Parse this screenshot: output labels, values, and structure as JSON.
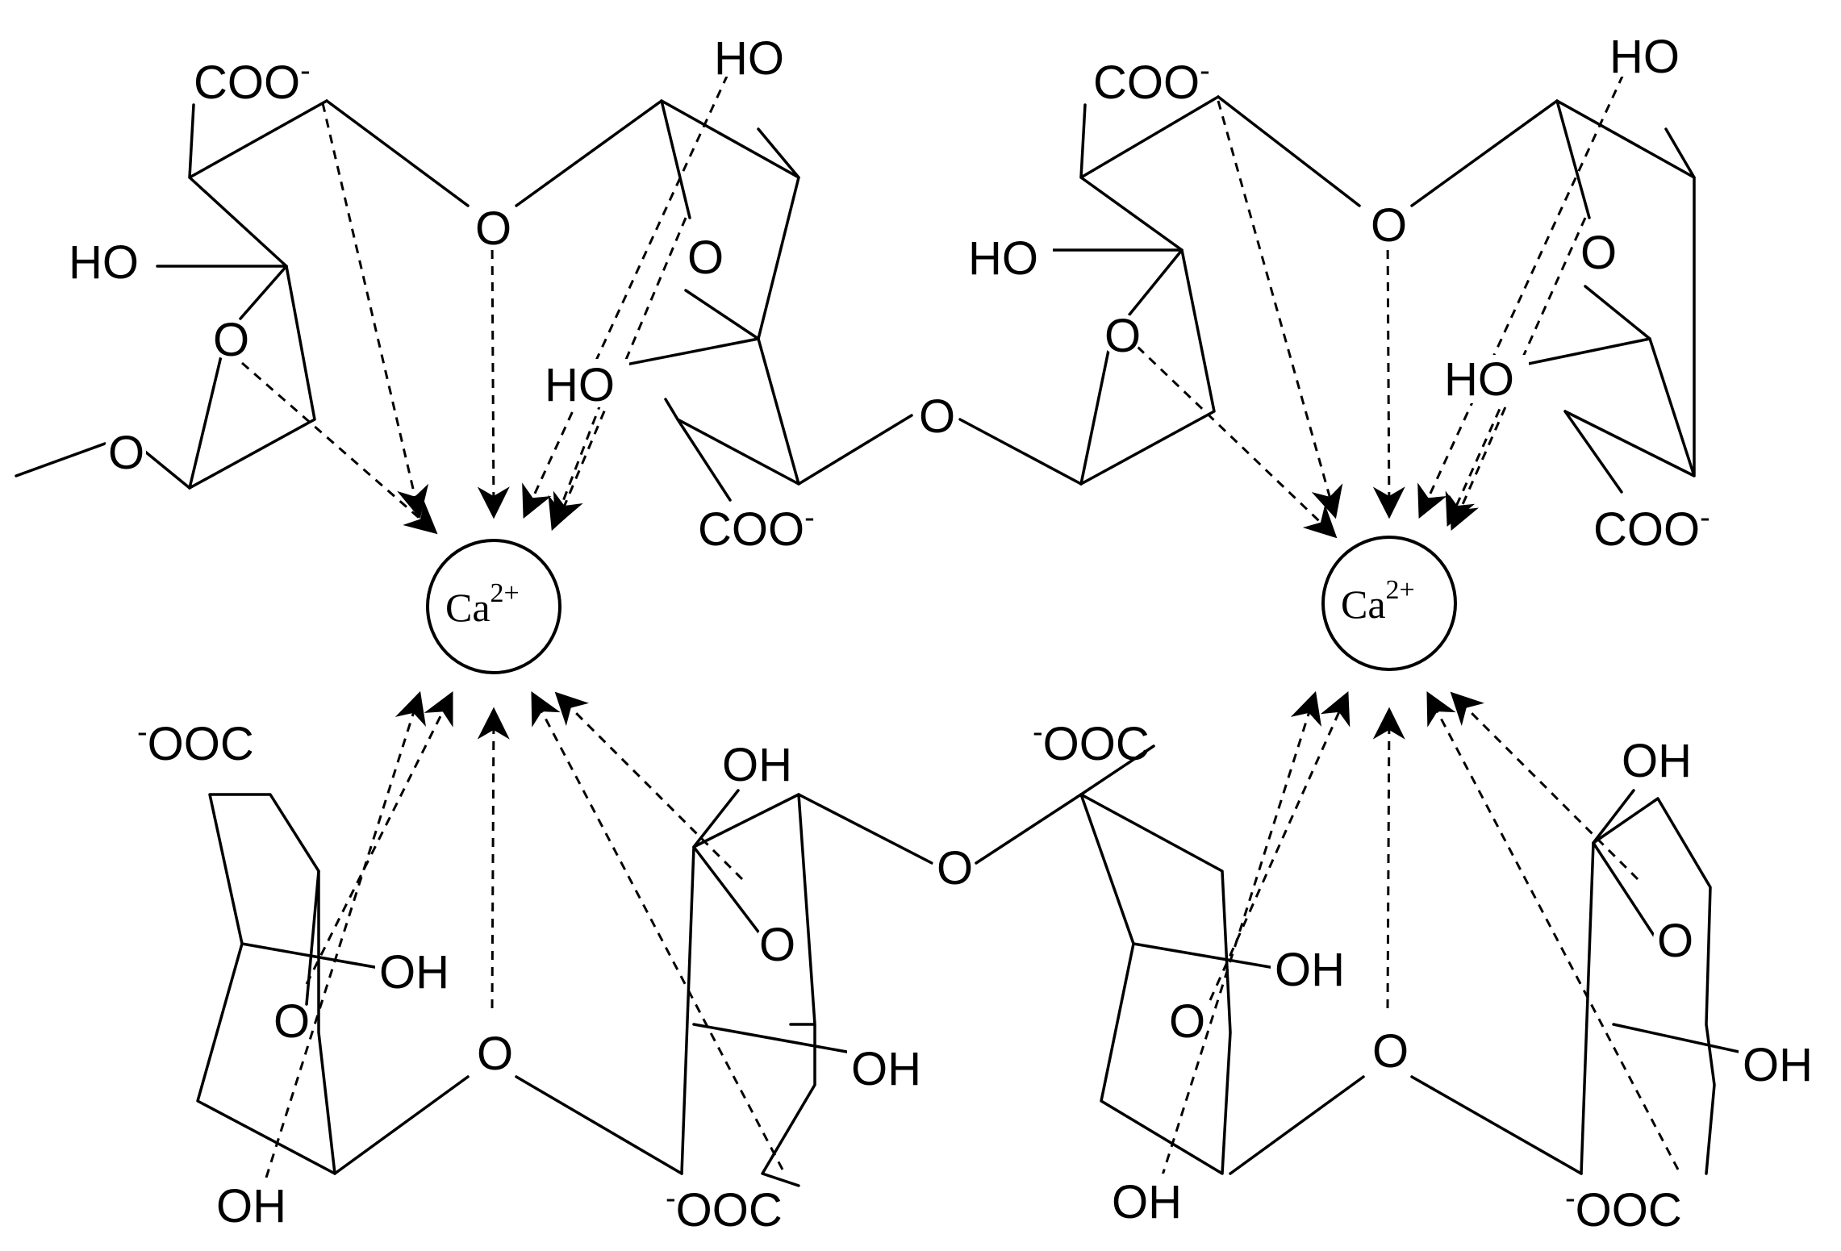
{
  "diagram": {
    "ions": [
      {
        "label": "Ca",
        "charge": "2+"
      },
      {
        "label": "Ca",
        "charge": "2+"
      }
    ],
    "labels": {
      "carboxylate": "COO",
      "carboxylate_rev": "OOC",
      "minus": "-",
      "hydroxyl_left": "HO",
      "hydroxyl_right": "OH",
      "oxygen": "O"
    }
  }
}
